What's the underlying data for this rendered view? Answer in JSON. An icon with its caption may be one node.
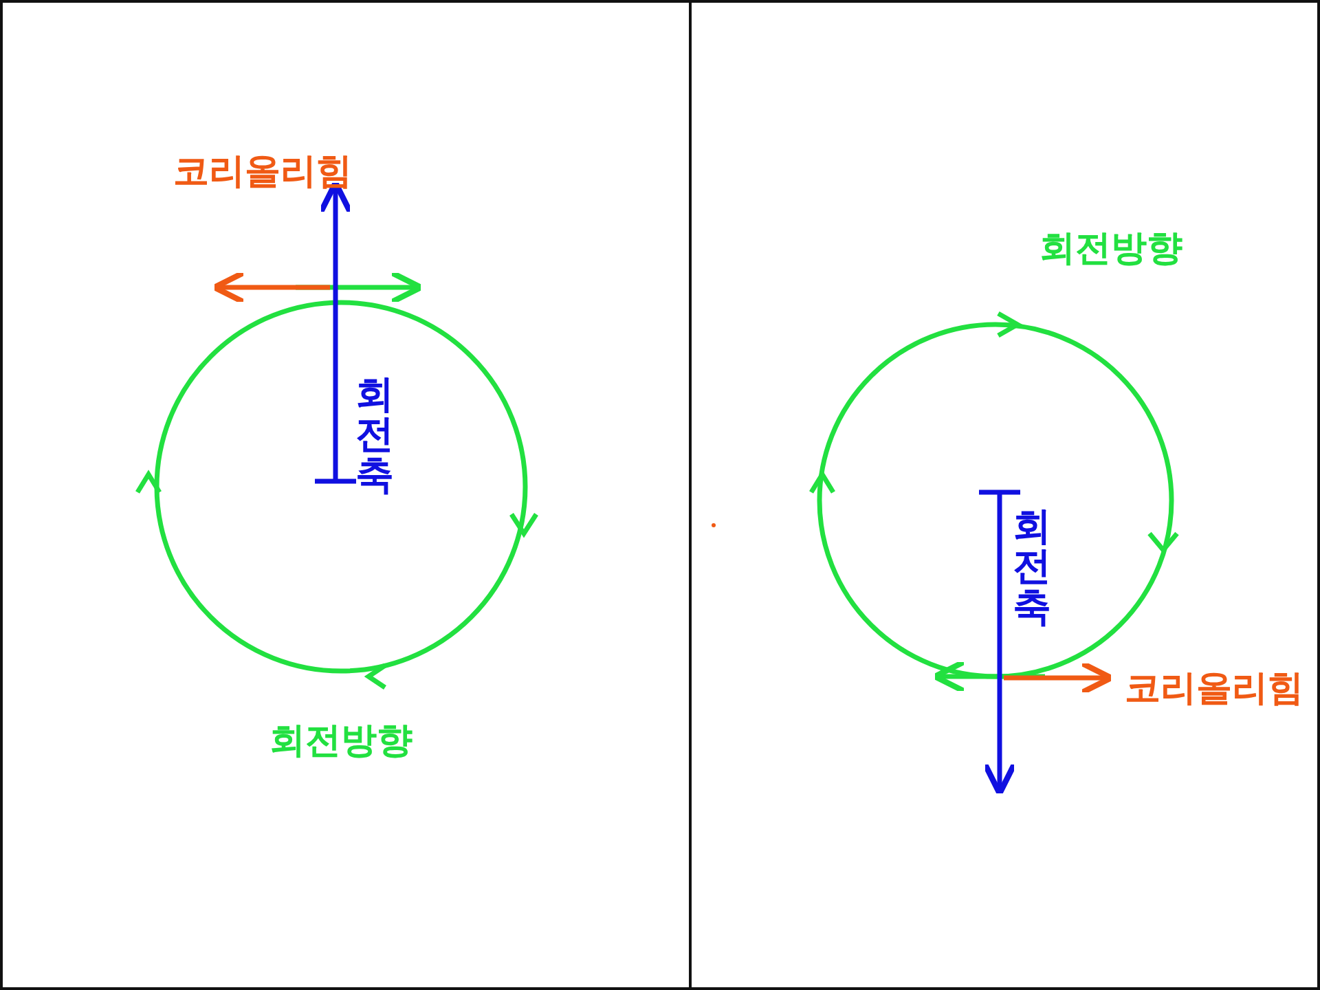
{
  "diagram": {
    "labels": [
      "코리올리힘",
      "회전축",
      "회전방향",
      "회전방향",
      "회전축",
      "코리올리힘"
    ]
  }
}
